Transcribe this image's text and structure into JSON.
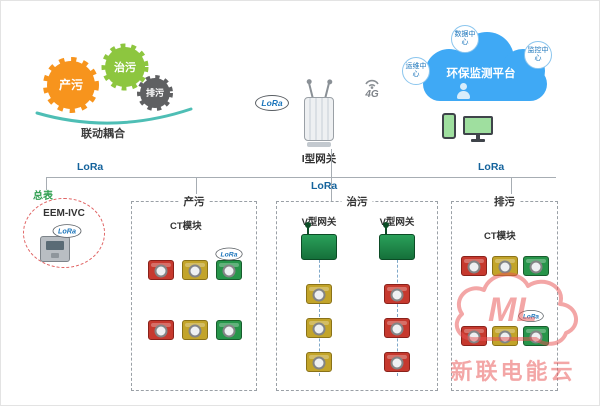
{
  "colors": {
    "gear_produce": "#f7941d",
    "gear_treat": "#8dc63f",
    "gear_discharge": "#5f6062",
    "cloud_blue": "#3fa9f5",
    "lora_text_blue": "#15639c",
    "bus_line_gray": "#a7adb3",
    "meter_circle_red": "#e06363",
    "ct_red": "#c6392e",
    "ct_yellow": "#c2a42a",
    "ct_green": "#27954a",
    "v_gateway_green": "#1f8a44",
    "watermark_red": "#e85050",
    "meter_label_green": "#2e9e4f"
  },
  "gears": {
    "produce": "产污",
    "treat": "治污",
    "discharge": "排污",
    "caption": "联动耦合"
  },
  "gateway": {
    "label": "I型网关",
    "lora": "LoRa",
    "wireless": "4G"
  },
  "cloud": {
    "title": "环保监测平台",
    "nodes": [
      "数据中心",
      "运维中心",
      "监控中心"
    ]
  },
  "bus": {
    "lora_left": "LoRa",
    "lora_center": "LoRa",
    "lora_right": "LoRa"
  },
  "meter": {
    "label": "总表",
    "name": "EEM-IVC",
    "lora": "LoRa"
  },
  "boxes": {
    "produce": {
      "label": "产污",
      "module_label": "CT模块",
      "lora": "LoRa",
      "rows": [
        [
          "red",
          "yellow",
          "green"
        ],
        [
          "red",
          "yellow",
          "green"
        ]
      ]
    },
    "treat": {
      "label": "治污",
      "columns": [
        {
          "gateway_label": "V型网关",
          "cts": [
            "yellow",
            "yellow",
            "yellow"
          ]
        },
        {
          "gateway_label": "V型网关",
          "cts": [
            "red",
            "red",
            "red"
          ]
        }
      ]
    },
    "discharge": {
      "label": "排污",
      "module_label": "CT模块",
      "lora": "LoRa",
      "rows": [
        [
          "red",
          "yellow",
          "green"
        ],
        [
          "red",
          "yellow",
          "green"
        ]
      ]
    }
  },
  "watermark": {
    "logo": "ML",
    "text": "新联电能云"
  }
}
